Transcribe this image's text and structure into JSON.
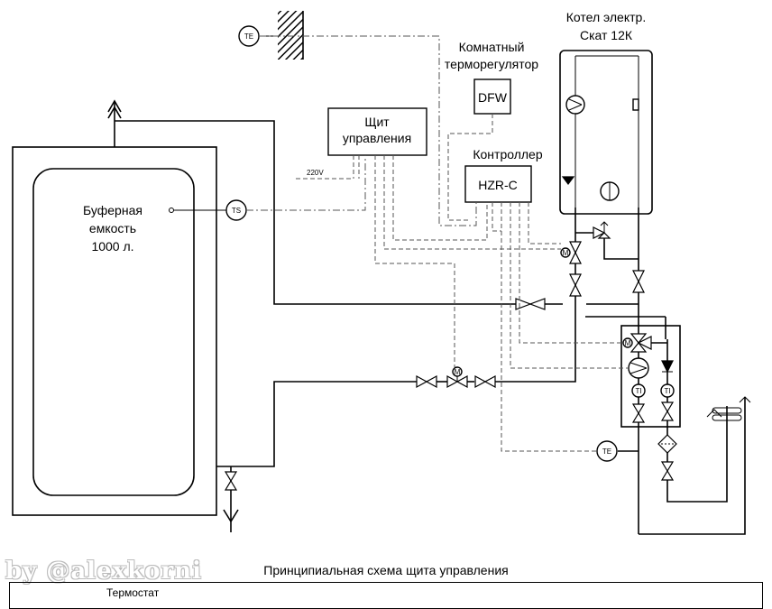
{
  "boiler": {
    "title_line1": "Котел электр.",
    "title_line2": "Скат 12К"
  },
  "room_thermostat": {
    "label_line1": "Комнатный",
    "label_line2": "терморегулятор",
    "device": "DFW"
  },
  "control_panel": {
    "label_line1": "Щит",
    "label_line2": "управления",
    "voltage": "220V"
  },
  "controller": {
    "label": "Контроллер",
    "device": "HZR-C"
  },
  "buffer_tank": {
    "line1": "Буферная",
    "line2": "емкость",
    "line3": "1000 л."
  },
  "sensors": {
    "outdoor": "TE",
    "tank": "TS",
    "supply": "TE",
    "thermometer": "TI",
    "motor": "M"
  },
  "footer": {
    "title": "Принципиальная схема щита управления",
    "thermostat": "Термостат",
    "watermark": "by @alexkorni"
  }
}
